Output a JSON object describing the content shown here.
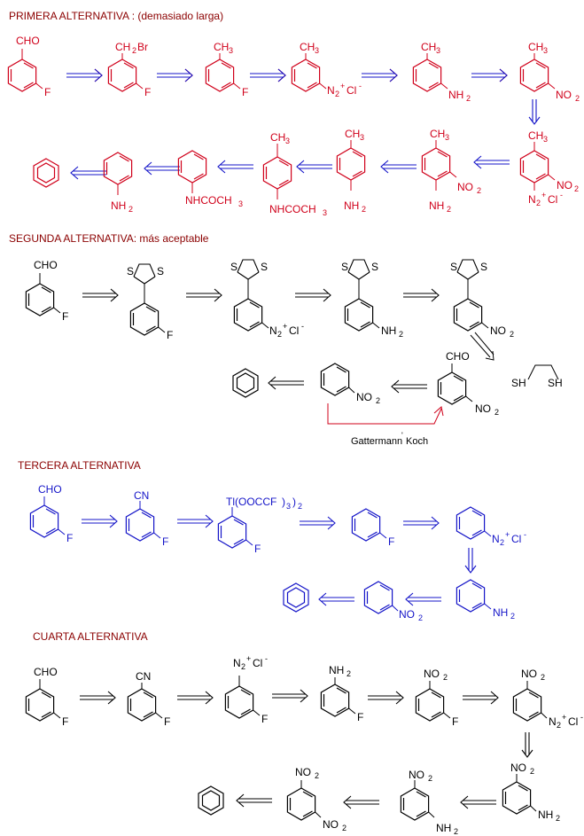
{
  "colors": {
    "red": "#d0001a",
    "blue": "#1414c8",
    "black": "#000000",
    "heading": "#8b0000"
  },
  "headings": {
    "primera": "PRIMERA ALTERNATIVA : (demasiado larga)",
    "segunda": "SEGUNDA ALTERNATIVA: más aceptable",
    "tercera": "TERCERA ALTERNATIVA",
    "cuarta": "CUARTA ALTERNATIVA"
  },
  "reagents": {
    "gattermann": "Gattermann",
    "koch": "Koch",
    "dithiol_sh": "SH"
  },
  "groups": {
    "cho": "CHO",
    "f": "F",
    "ch3": "CH",
    "ch2br": "CH",
    "br": "Br",
    "nh2": "NH",
    "no2": "NO",
    "n2": "N",
    "cl": "Cl",
    "cn": "CN",
    "nhcocho": "NHCOCH",
    "tl": "Tl(OOCCF",
    "s": "S",
    "two": "2",
    "three": "3"
  }
}
